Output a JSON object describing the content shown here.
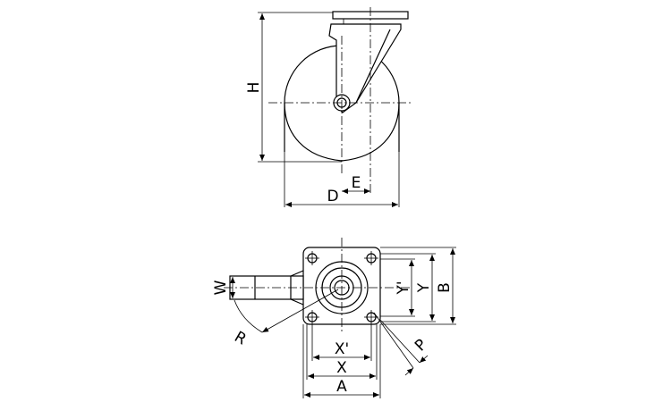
{
  "labels": {
    "H": "H",
    "E": "E",
    "D": "D",
    "W": "W",
    "R": "R",
    "Y_prime": "Y'",
    "Y": "Y",
    "B": "B",
    "X_prime": "X'",
    "X": "X",
    "A": "A",
    "P": "P"
  }
}
